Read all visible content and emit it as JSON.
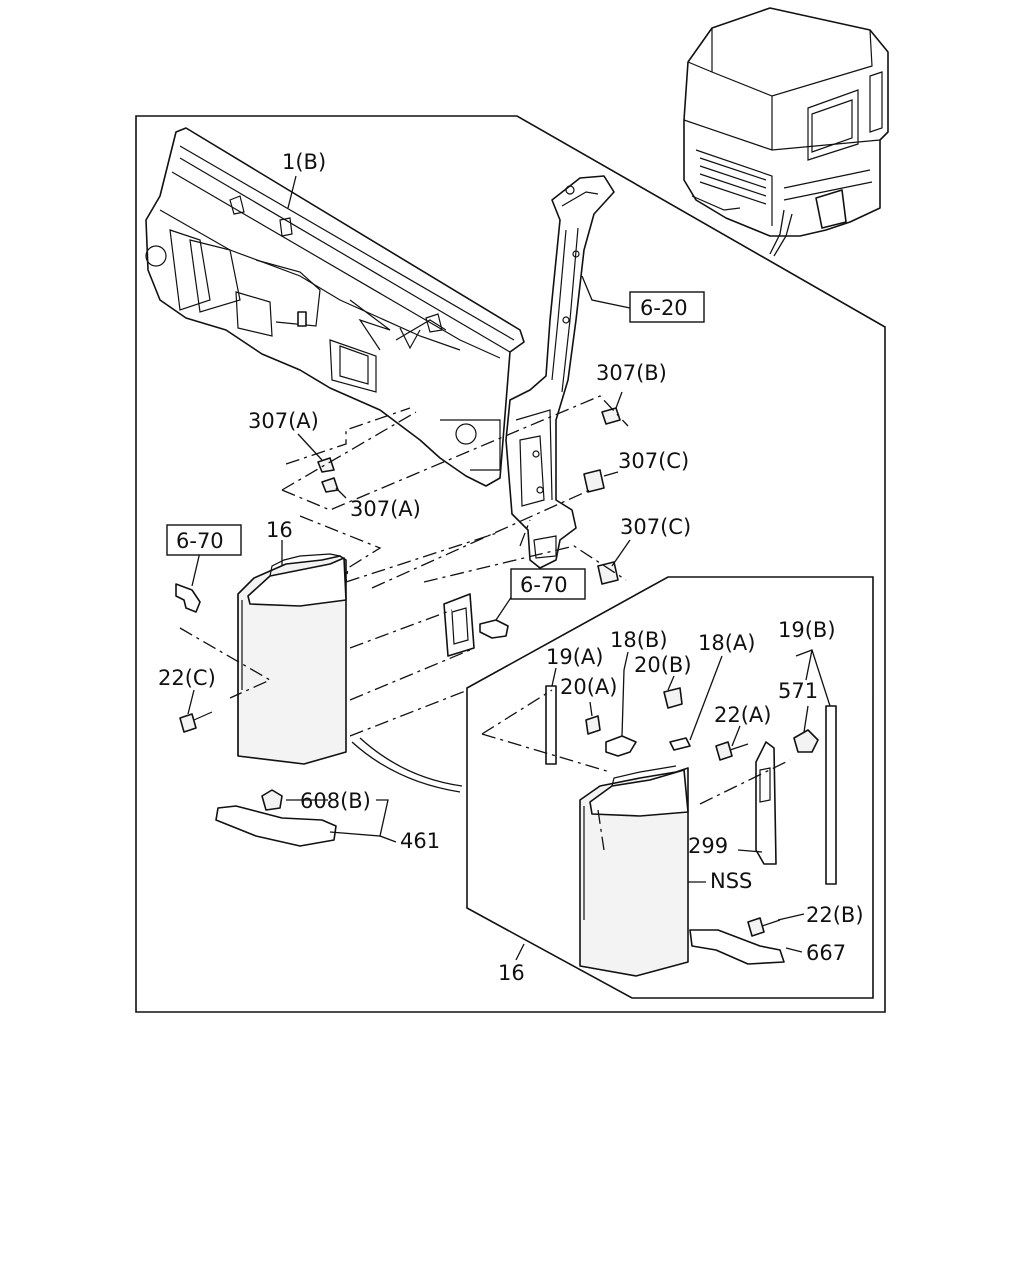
{
  "labels": {
    "p1b": "1(B)",
    "p6_20": "6-20",
    "p307b": "307(B)",
    "p307a_top": "307(A)",
    "p307c_top": "307(C)",
    "p307a_bot": "307(A)",
    "p307c_bot": "307(C)",
    "p6_70_left": "6-70",
    "p16_left": "16",
    "p6_70_mid": "6-70",
    "p22c": "22(C)",
    "p18b": "18(B)",
    "p18a": "18(A)",
    "p19b": "19(B)",
    "p19a": "19(A)",
    "p20b": "20(B)",
    "p20a": "20(A)",
    "p571": "571",
    "p22a": "22(A)",
    "p608b": "608(B)",
    "p461": "461",
    "p299": "299",
    "nss": "NSS",
    "p22b": "22(B)",
    "p667": "667",
    "p16_right": "16"
  }
}
